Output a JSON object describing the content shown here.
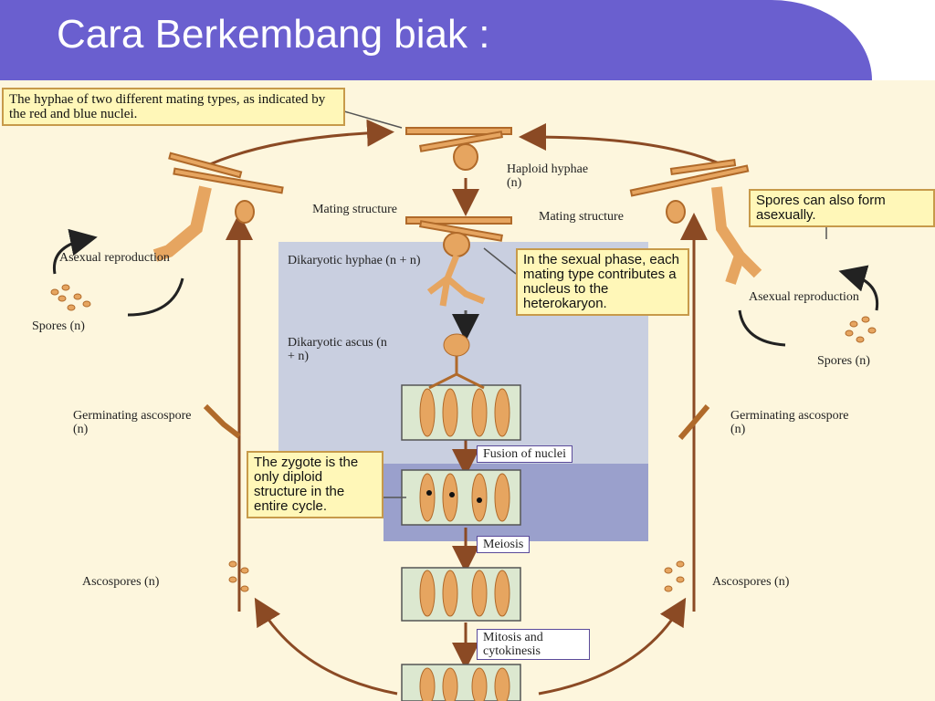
{
  "title": "Cara Berkembang biak :",
  "callouts": {
    "top_left": "The hyphae of two different mating types, as indicated by the red and blue nuclei.",
    "right_spores": "Spores can also form asexually.",
    "sexual_phase": "In the sexual phase, each mating type contributes a nucleus to the heterokaryon.",
    "zygote": "The zygote is the only diploid structure in the entire cycle."
  },
  "labels": {
    "haploid_hyphae": "Haploid hyphae (n)",
    "mating_structure_left": "Mating structure",
    "mating_structure_right": "Mating structure",
    "asexual_left": "Asexual reproduction",
    "asexual_right": "Asexual reproduction",
    "spores_left": "Spores (n)",
    "spores_right": "Spores (n)",
    "dikaryotic_hyphae": "Dikaryotic hyphae (n + n)",
    "dikaryotic_ascus": "Dikaryotic ascus (n + n)",
    "germinating_left": "Germinating ascospore (n)",
    "germinating_right": "Germinating ascospore (n)",
    "ascospores_left": "Ascospores (n)",
    "ascospores_right": "Ascospores (n)",
    "fusion": "Fusion of nuclei",
    "meiosis": "Meiosis",
    "mitosis": "Mitosis and cytokinesis"
  },
  "colors": {
    "title_bar": "#6a5fcf",
    "background": "#fdf6dd",
    "dikaryotic_region": "#c9cfe0",
    "diploid_region": "#9aa0cc",
    "arrow": "#8b4a24",
    "hyphae": "#e6a560"
  }
}
